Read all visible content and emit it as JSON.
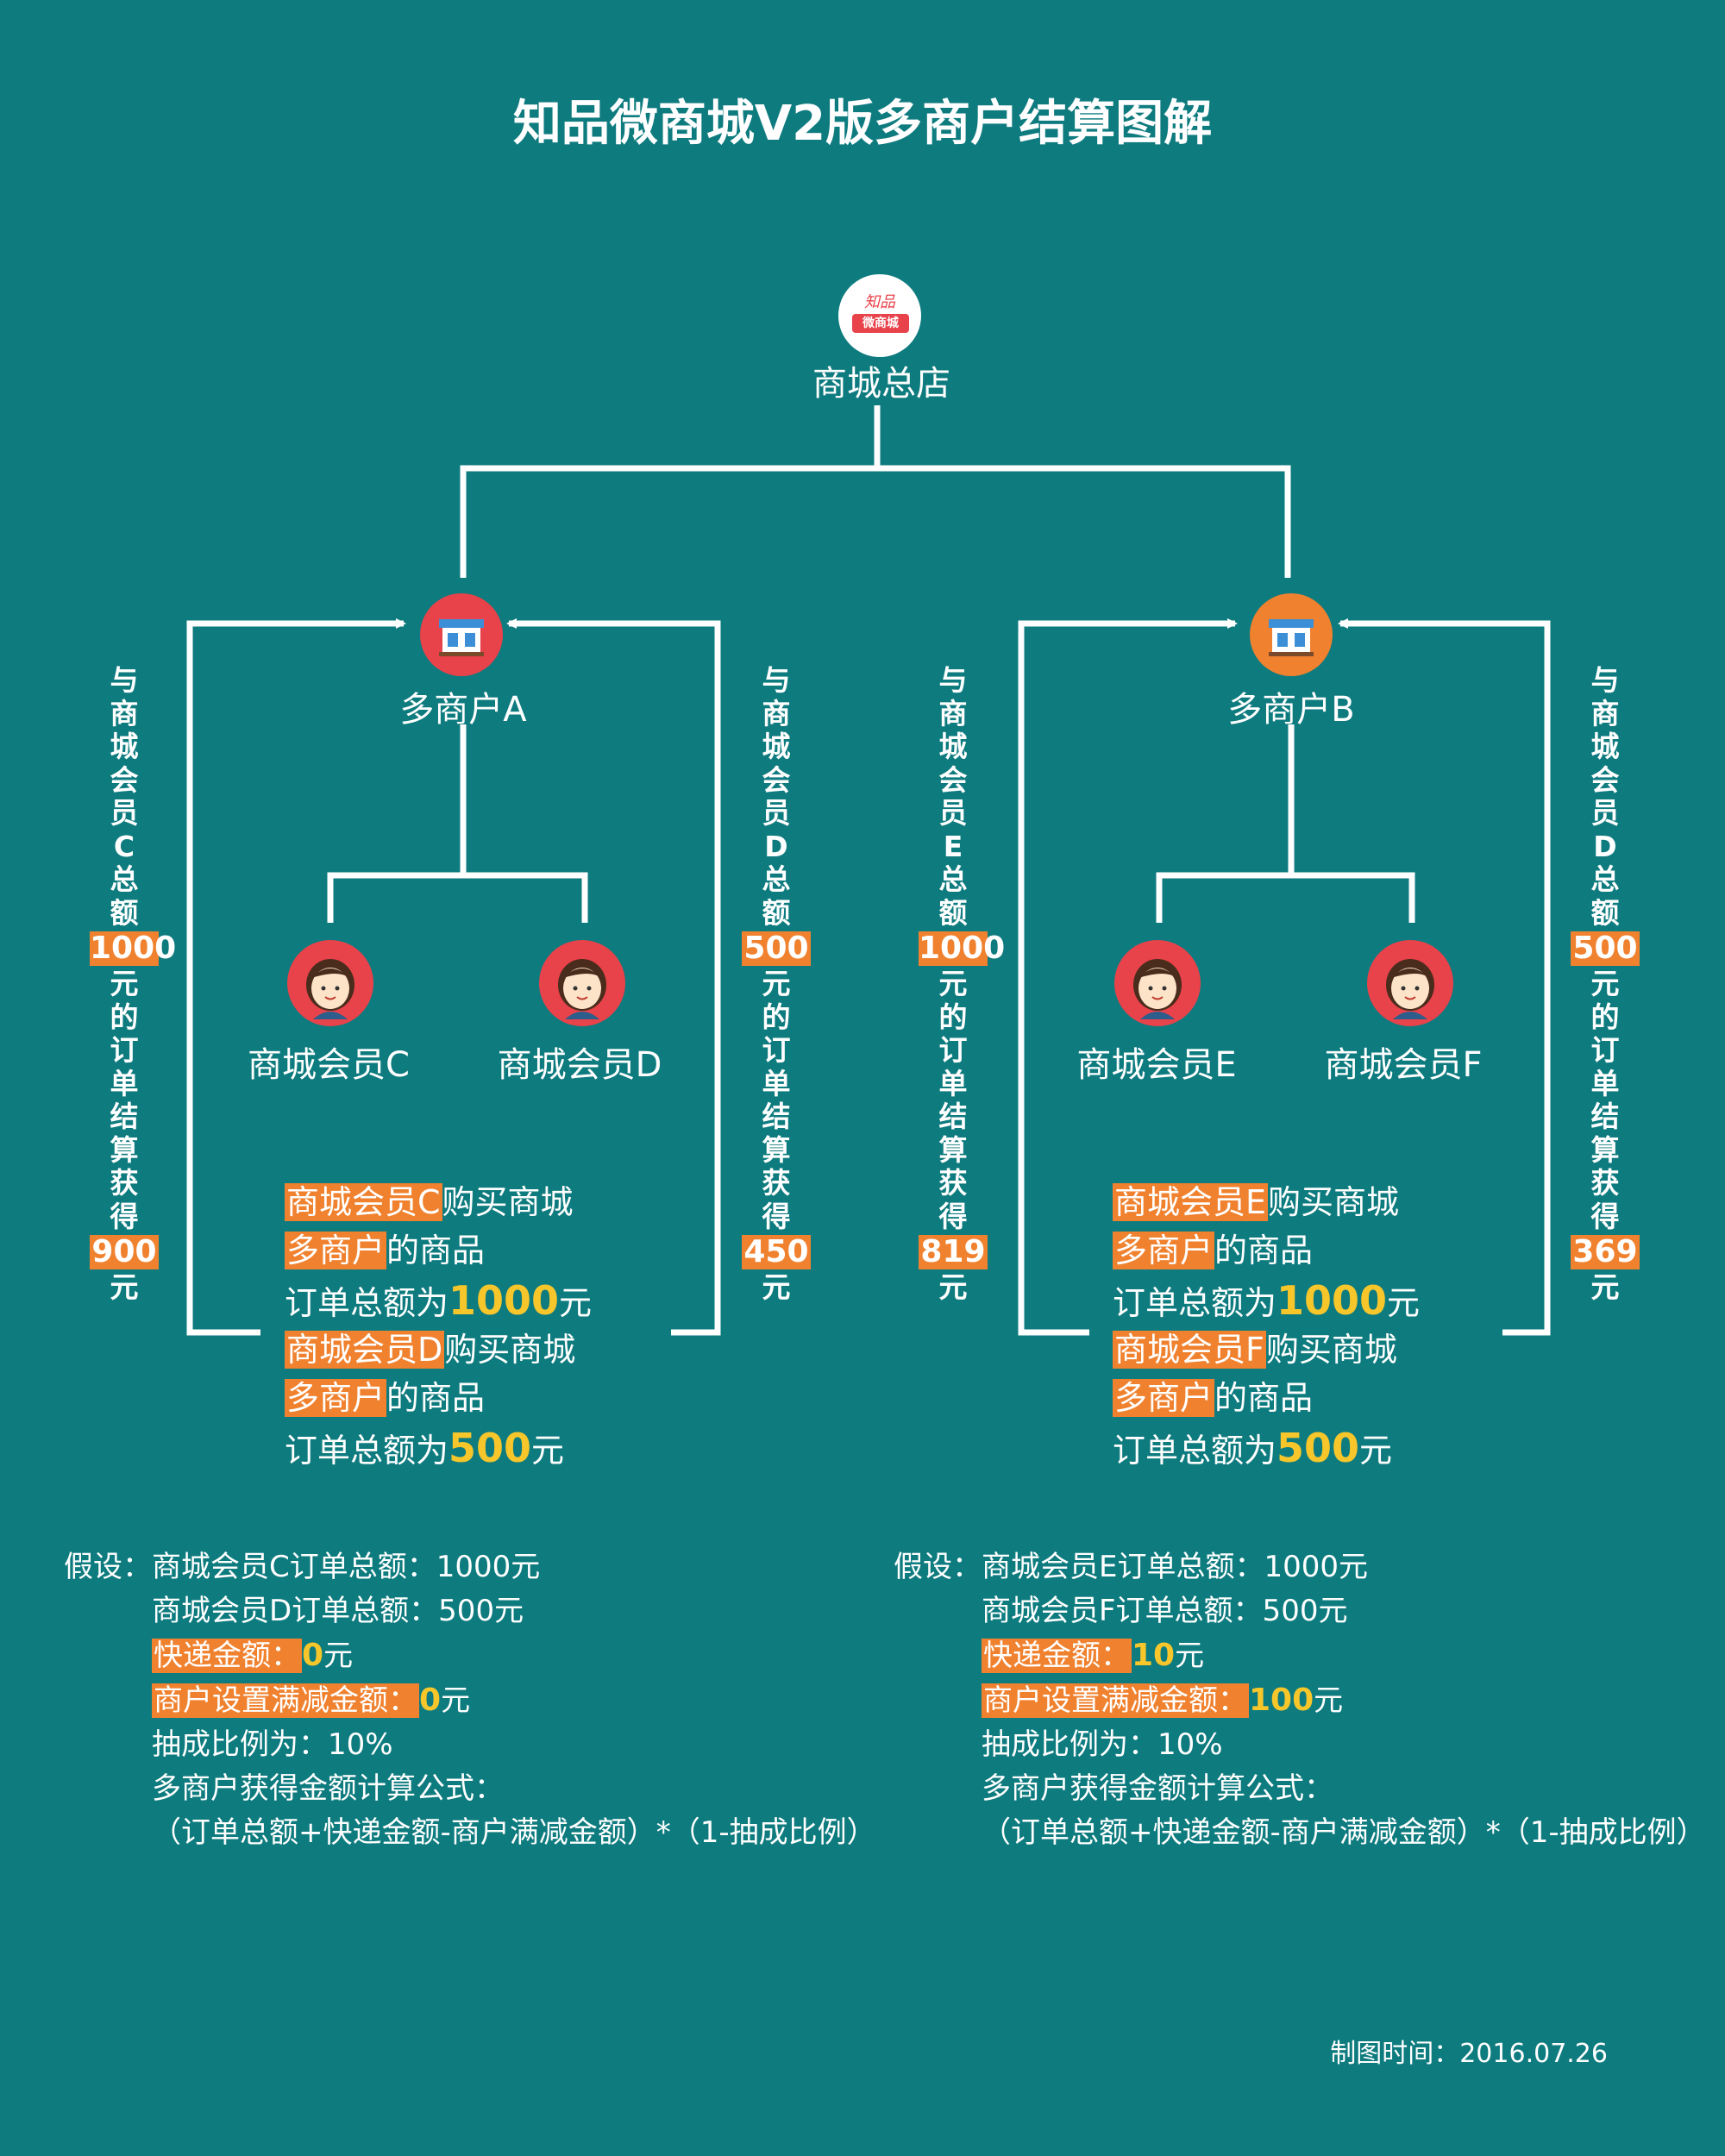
{
  "title": "知品微商城V2版多商户结算图解",
  "root": {
    "logo_text": "知品",
    "logo_tag": "微商城",
    "label": "商城总店"
  },
  "merchants": [
    {
      "label": "多商户A",
      "members": [
        "商城会员C",
        "商城会员D"
      ],
      "left_col": {
        "pre": "与商城会员C总额",
        "amount": "1000",
        "mid": "元的订单结算获得",
        "result": "900",
        "post": "元"
      },
      "right_col": {
        "pre": "与商城会员D总额",
        "amount": "500",
        "mid": "元的订单结算获得",
        "result": "450",
        "post": "元"
      },
      "orders": [
        {
          "member": "商城会员C",
          "buy": "购买商城",
          "merchant": "多商户",
          "goods": "的商品",
          "total_pre": "订单总额为",
          "amount": "1000",
          "unit": "元"
        },
        {
          "member": "商城会员D",
          "buy": "购买商城",
          "merchant": "多商户",
          "goods": "的商品",
          "total_pre": "订单总额为",
          "amount": "500",
          "unit": "元"
        }
      ],
      "notes": {
        "prefix": "假设：",
        "line1": "商城会员C订单总额：1000元",
        "line2": "商城会员D订单总额：500元",
        "express_label": "快递金额：",
        "express_value": "0",
        "express_unit": "元",
        "discount_label": "商户设置满减金额：",
        "discount_value": "0",
        "discount_unit": "元",
        "commission": "抽成比例为：10%",
        "formula_title": "多商户获得金额计算公式：",
        "formula": "（订单总额+快递金额-商户满减金额）*（1-抽成比例）"
      }
    },
    {
      "label": "多商户B",
      "members": [
        "商城会员E",
        "商城会员F"
      ],
      "left_col": {
        "pre": "与商城会员E总额",
        "amount": "1000",
        "mid": "元的订单结算获得",
        "result": "819",
        "post": "元"
      },
      "right_col": {
        "pre": "与商城会员D总额",
        "amount": "500",
        "mid": "元的订单结算获得",
        "result": "369",
        "post": "元"
      },
      "orders": [
        {
          "member": "商城会员E",
          "buy": "购买商城",
          "merchant": "多商户",
          "goods": "的商品",
          "total_pre": "订单总额为",
          "amount": "1000",
          "unit": "元"
        },
        {
          "member": "商城会员F",
          "buy": "购买商城",
          "merchant": "多商户",
          "goods": "的商品",
          "total_pre": "订单总额为",
          "amount": "500",
          "unit": "元"
        }
      ],
      "notes": {
        "prefix": "假设：",
        "line1": "商城会员E订单总额：1000元",
        "line2": "商城会员F订单总额：500元",
        "express_label": "快递金额：",
        "express_value": "10",
        "express_unit": "元",
        "discount_label": "商户设置满减金额：",
        "discount_value": "100",
        "discount_unit": "元",
        "commission": "抽成比例为：10%",
        "formula_title": "多商户获得金额计算公式：",
        "formula": "（订单总额+快递金额-商户满减金额）*（1-抽成比例）"
      }
    }
  ],
  "footer": "制图时间：2016.07.26",
  "colors": {
    "background": "#0e7b7f",
    "accent_orange": "#f0812e",
    "accent_red": "#e8424a",
    "highlight_yellow": "#f7c62b"
  }
}
